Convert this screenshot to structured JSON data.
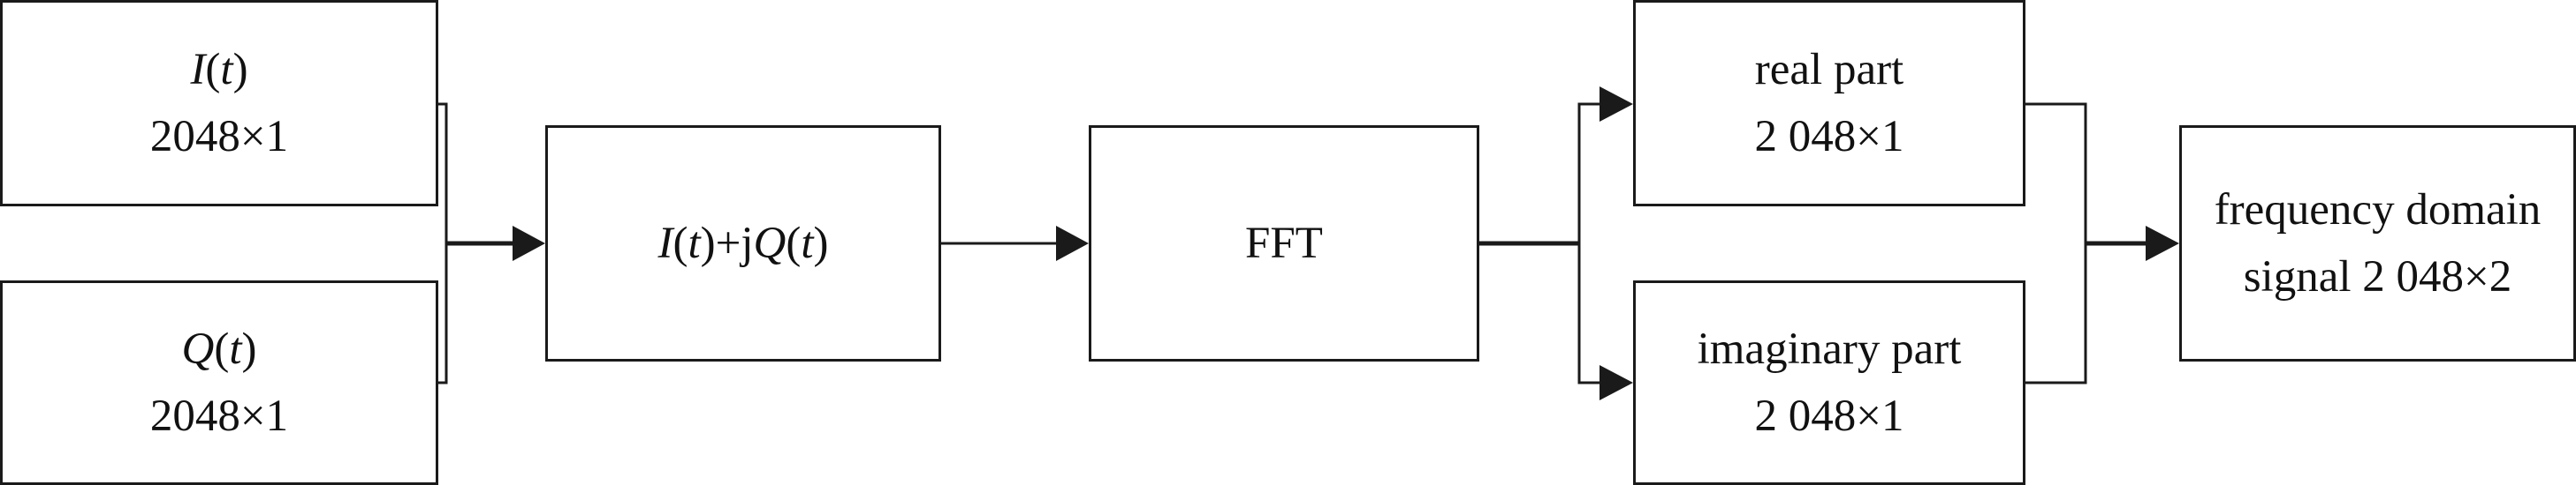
{
  "blocks": {
    "i_signal": {
      "name": "I",
      "arg": "(",
      "var": "t",
      "close": ")",
      "size": "2048×1"
    },
    "q_signal": {
      "name": "Q",
      "arg": "(",
      "var": "t",
      "close": ")",
      "size": "2048×1"
    },
    "combine": {
      "i_name": "I",
      "i_open": "(",
      "i_var": "t",
      "i_close": ")",
      "plus_j": "+j",
      "q_name": "Q",
      "q_open": "(",
      "q_var": "t",
      "q_close": ")"
    },
    "fft": {
      "label": "FFT"
    },
    "real_part": {
      "label": "real part",
      "size": "2 048×1"
    },
    "imaginary_part": {
      "label": "imaginary part",
      "size": "2 048×1"
    },
    "frequency_domain": {
      "line1": "frequency domain",
      "line2": "signal 2 048×2"
    }
  },
  "connections": [
    {
      "from": "i_signal",
      "to": "combine"
    },
    {
      "from": "q_signal",
      "to": "combine"
    },
    {
      "from": "combine",
      "to": "fft"
    },
    {
      "from": "fft",
      "to": "real_part"
    },
    {
      "from": "fft",
      "to": "imaginary_part"
    },
    {
      "from": "real_part",
      "to": "frequency_domain"
    },
    {
      "from": "imaginary_part",
      "to": "frequency_domain"
    }
  ],
  "colors": {
    "stroke": "#1a1a1a",
    "background": "#ffffff"
  }
}
